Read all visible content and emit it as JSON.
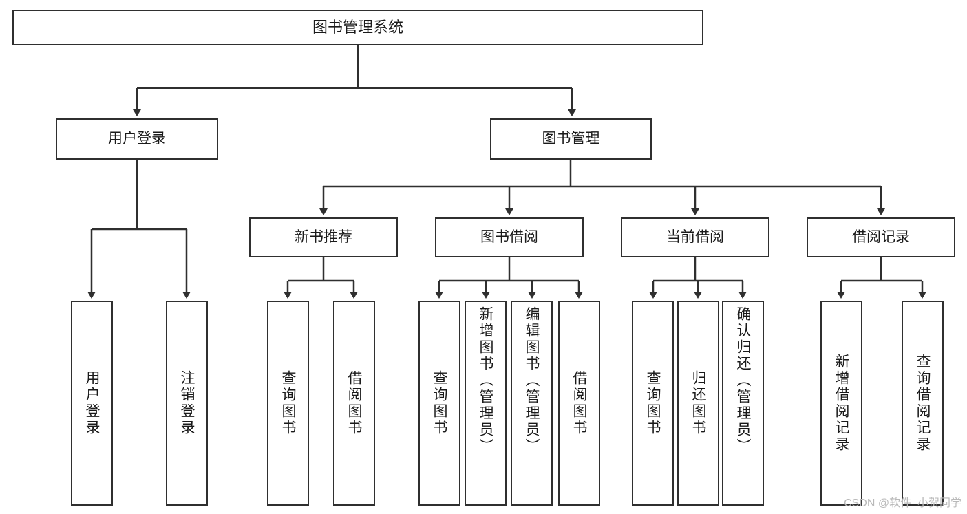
{
  "diagram": {
    "title": "图书管理系统",
    "type": "tree-hierarchy-diagram",
    "colors": {
      "background": "#ffffff",
      "box_border": "#2f2f2f",
      "box_fill": "#ffffff",
      "text": "#1a1a1a",
      "connector": "#2f2f2f",
      "watermark": "#b9b9b9"
    },
    "nodes": {
      "root": {
        "label": "图书管理系统"
      },
      "level2": [
        {
          "id": "user-login",
          "label": "用户登录"
        },
        {
          "id": "book-management",
          "label": "图书管理"
        }
      ],
      "level3": [
        {
          "id": "new-book-recommend",
          "label": "新书推荐"
        },
        {
          "id": "book-borrow",
          "label": "图书借阅"
        },
        {
          "id": "current-borrow",
          "label": "当前借阅"
        },
        {
          "id": "borrow-record",
          "label": "借阅记录"
        }
      ],
      "leaves": {
        "user_login": [
          {
            "id": "leaf-user-login",
            "label": "用户登录"
          },
          {
            "id": "leaf-logout-login",
            "label": "注销登录"
          }
        ],
        "new_book_recommend": [
          {
            "id": "leaf-query-book-1",
            "label": "查询图书"
          },
          {
            "id": "leaf-borrow-book-1",
            "label": "借阅图书"
          }
        ],
        "book_borrow": [
          {
            "id": "leaf-query-book-2",
            "label": "查询图书"
          },
          {
            "id": "leaf-add-book-admin",
            "label": "新增图书（管理员）"
          },
          {
            "id": "leaf-edit-book-admin",
            "label": "编辑图书（管理员）"
          },
          {
            "id": "leaf-borrow-book-2",
            "label": "借阅图书"
          }
        ],
        "current_borrow": [
          {
            "id": "leaf-query-book-3",
            "label": "查询图书"
          },
          {
            "id": "leaf-return-book",
            "label": "归还图书"
          },
          {
            "id": "leaf-confirm-return-admin",
            "label": "确认归还（管理员）"
          }
        ],
        "borrow_record": [
          {
            "id": "leaf-add-borrow-record",
            "label": "新增借阅记录"
          },
          {
            "id": "leaf-query-borrow-record",
            "label": "查询借阅记录"
          }
        ]
      }
    },
    "watermark": "CSDN @软件_小贺同学"
  }
}
